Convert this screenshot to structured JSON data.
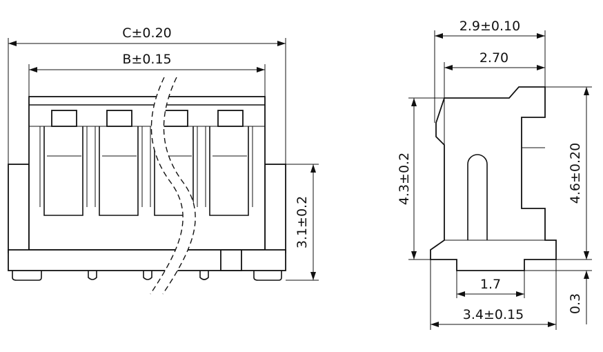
{
  "front_view": {
    "dimensions": {
      "overall_width": "C±0.20",
      "pin_span": "B±0.15",
      "height": "3.1±0.2"
    }
  },
  "side_view": {
    "dimensions": {
      "top_width": "2.9±0.10",
      "top_inner_width": "2.70",
      "body_height": "4.3±0.2",
      "total_height": "4.6±0.20",
      "foot_width": "1.7",
      "base_width": "3.4±0.15",
      "foot_height": "0.3"
    }
  }
}
